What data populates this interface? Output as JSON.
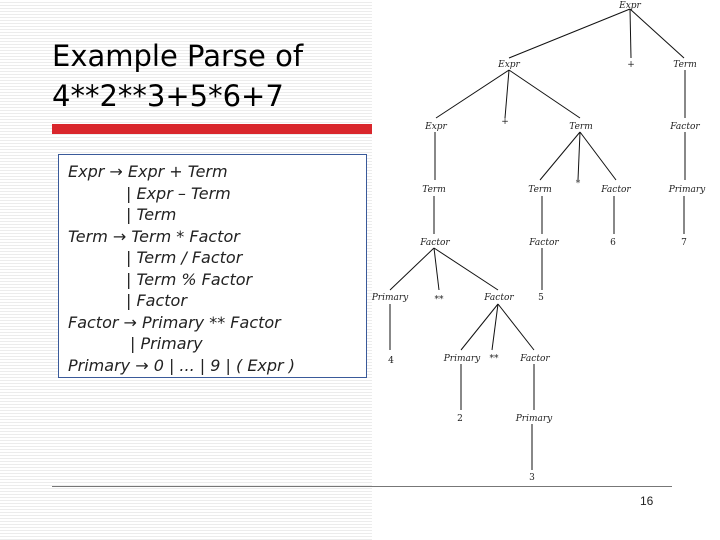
{
  "slide": {
    "title_lines": [
      "Example Parse of",
      "4**2**3+5*6+7"
    ],
    "page_number": "16",
    "accent_color": "#d9262c"
  },
  "grammar": {
    "lines": [
      "Expr → Expr + Term",
      "| Expr – Term",
      "| Term",
      "Term → Term * Factor",
      "|  Term / Factor",
      "|  Term % Factor",
      "| Factor",
      "Factor → Primary ** Factor",
      "| Primary",
      "Primary → 0 | ... | 9 | ( Expr )"
    ]
  },
  "tree": {
    "root": "Expr",
    "l1": [
      "Expr",
      "+",
      "Term"
    ],
    "l2": [
      "Expr",
      "+",
      "Term",
      "Factor"
    ],
    "l3": [
      "Term",
      "Term",
      "*",
      "Factor",
      "Primary"
    ],
    "l4": [
      "Factor",
      "Factor",
      "6",
      "7"
    ],
    "l5": [
      "Primary",
      "**",
      "Factor",
      "5"
    ],
    "l6": [
      "4",
      "Primary",
      "**",
      "Factor"
    ],
    "l7": [
      "2",
      "Primary"
    ],
    "l8": [
      "3"
    ]
  }
}
